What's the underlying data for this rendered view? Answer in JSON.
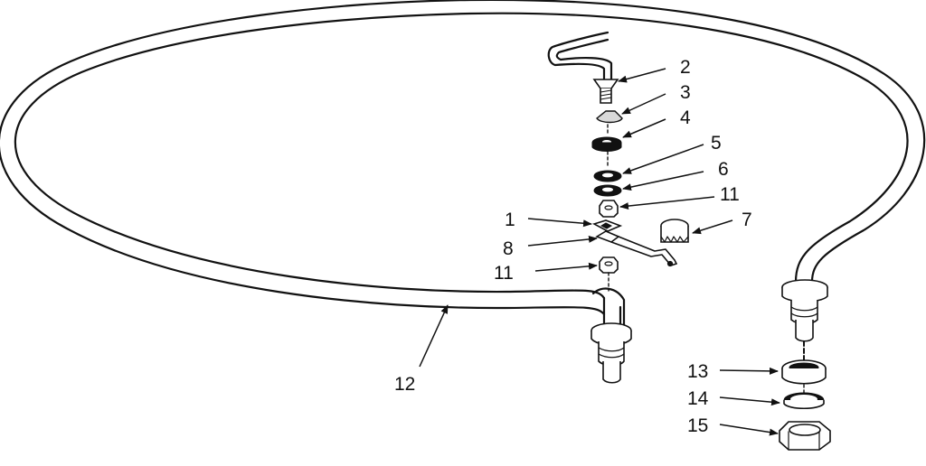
{
  "diagram": {
    "callouts": [
      {
        "id": "c2",
        "label": "2"
      },
      {
        "id": "c3",
        "label": "3"
      },
      {
        "id": "c4",
        "label": "4"
      },
      {
        "id": "c5",
        "label": "5"
      },
      {
        "id": "c6",
        "label": "6"
      },
      {
        "id": "c11a",
        "label": "11"
      },
      {
        "id": "c7",
        "label": "7"
      },
      {
        "id": "c1",
        "label": "1"
      },
      {
        "id": "c8",
        "label": "8"
      },
      {
        "id": "c11b",
        "label": "11"
      },
      {
        "id": "c12",
        "label": "12"
      },
      {
        "id": "c13",
        "label": "13"
      },
      {
        "id": "c14",
        "label": "14"
      },
      {
        "id": "c15",
        "label": "15"
      }
    ]
  }
}
